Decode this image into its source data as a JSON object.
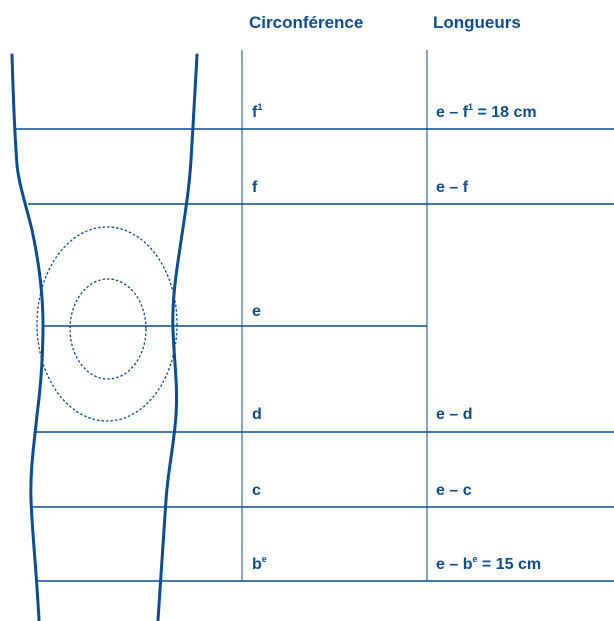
{
  "headers": {
    "circumference": "Circonférence",
    "lengths": "Longueurs"
  },
  "rows": [
    {
      "circ": "f",
      "circ_sup": "1",
      "len_pre": "e – f",
      "len_sup": "1",
      "len_post": " = 18 cm"
    },
    {
      "circ": "f",
      "circ_sup": "",
      "len_pre": "e – f",
      "len_sup": "",
      "len_post": ""
    },
    {
      "circ": "e",
      "circ_sup": "",
      "len_pre": "",
      "len_sup": "",
      "len_post": ""
    },
    {
      "circ": "d",
      "circ_sup": "",
      "len_pre": "e – d",
      "len_sup": "",
      "len_post": ""
    },
    {
      "circ": "c",
      "circ_sup": "",
      "len_pre": "e – c",
      "len_sup": "",
      "len_post": ""
    },
    {
      "circ": "b",
      "circ_sup": "e",
      "len_pre": "e – b",
      "len_sup": "e",
      "len_post": " = 15 cm"
    }
  ],
  "colors": {
    "ink": "#0a4d94",
    "background": "#ffffff"
  }
}
